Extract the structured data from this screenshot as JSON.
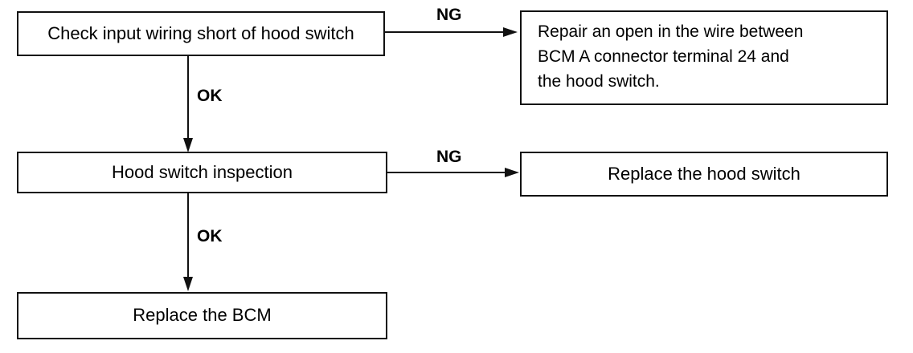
{
  "boxes": {
    "check_input_wiring": "Check input wiring short of hood switch",
    "repair_open_wire": [
      "Repair an open in the wire between",
      "BCM A connector terminal 24 and",
      "the hood switch."
    ],
    "hood_switch_inspection": "Hood switch inspection",
    "replace_hood_switch": "Replace the hood switch",
    "replace_bcm": "Replace the BCM"
  },
  "labels": {
    "ng_1": "NG",
    "ok_1": "OK",
    "ng_2": "NG",
    "ok_2": "OK"
  },
  "colors": {
    "line": "#111111",
    "background": "#ffffff"
  }
}
